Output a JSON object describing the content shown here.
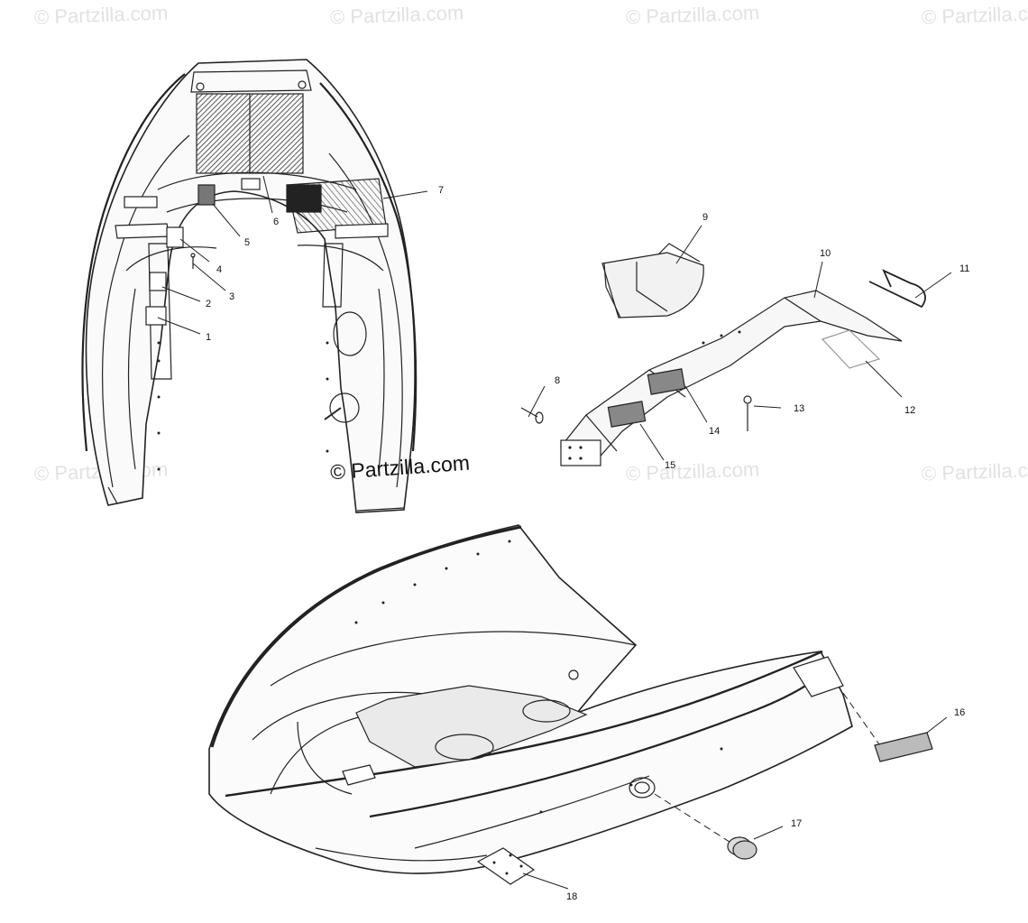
{
  "watermark": {
    "text": "© Partzilla.com"
  },
  "center_watermark": {
    "text": "© Partzilla.com"
  },
  "callouts": [
    "1",
    "2",
    "3",
    "4",
    "5",
    "6",
    "7",
    "8",
    "9",
    "10",
    "11",
    "12",
    "13",
    "14",
    "15",
    "16",
    "17",
    "18"
  ]
}
